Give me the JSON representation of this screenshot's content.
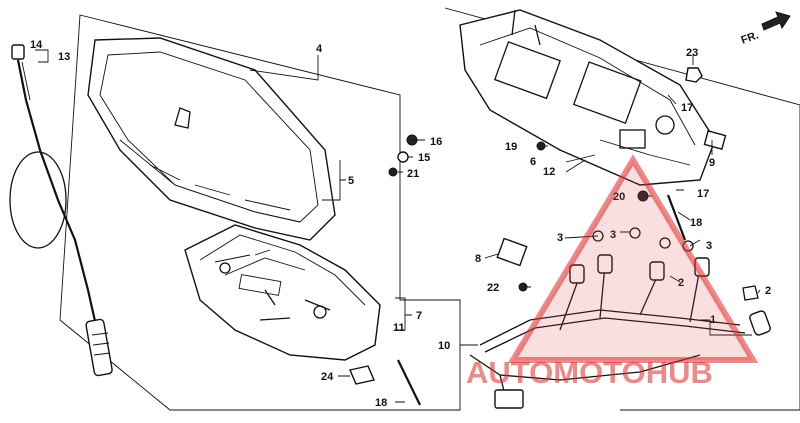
{
  "diagram": {
    "direction_label": "FR.",
    "callouts": [
      {
        "id": "c1",
        "text": "1"
      },
      {
        "id": "c2a",
        "text": "2"
      },
      {
        "id": "c2b",
        "text": "2"
      },
      {
        "id": "c3a",
        "text": "3"
      },
      {
        "id": "c3b",
        "text": "3"
      },
      {
        "id": "c3c",
        "text": "3"
      },
      {
        "id": "c4",
        "text": "4"
      },
      {
        "id": "c5",
        "text": "5"
      },
      {
        "id": "c6",
        "text": "6"
      },
      {
        "id": "c7",
        "text": "7"
      },
      {
        "id": "c8",
        "text": "8"
      },
      {
        "id": "c9",
        "text": "9"
      },
      {
        "id": "c10",
        "text": "10"
      },
      {
        "id": "c11",
        "text": "11"
      },
      {
        "id": "c12",
        "text": "12"
      },
      {
        "id": "c13",
        "text": "13"
      },
      {
        "id": "c14",
        "text": "14"
      },
      {
        "id": "c15",
        "text": "15"
      },
      {
        "id": "c16",
        "text": "16"
      },
      {
        "id": "c17a",
        "text": "17"
      },
      {
        "id": "c17b",
        "text": "17"
      },
      {
        "id": "c18a",
        "text": "18"
      },
      {
        "id": "c18b",
        "text": "18"
      },
      {
        "id": "c19",
        "text": "19"
      },
      {
        "id": "c20",
        "text": "20"
      },
      {
        "id": "c21",
        "text": "21"
      },
      {
        "id": "c22",
        "text": "22"
      },
      {
        "id": "c23",
        "text": "23"
      },
      {
        "id": "c24",
        "text": "24"
      }
    ]
  },
  "watermark": {
    "text": "AUTOMOTOHUB"
  }
}
